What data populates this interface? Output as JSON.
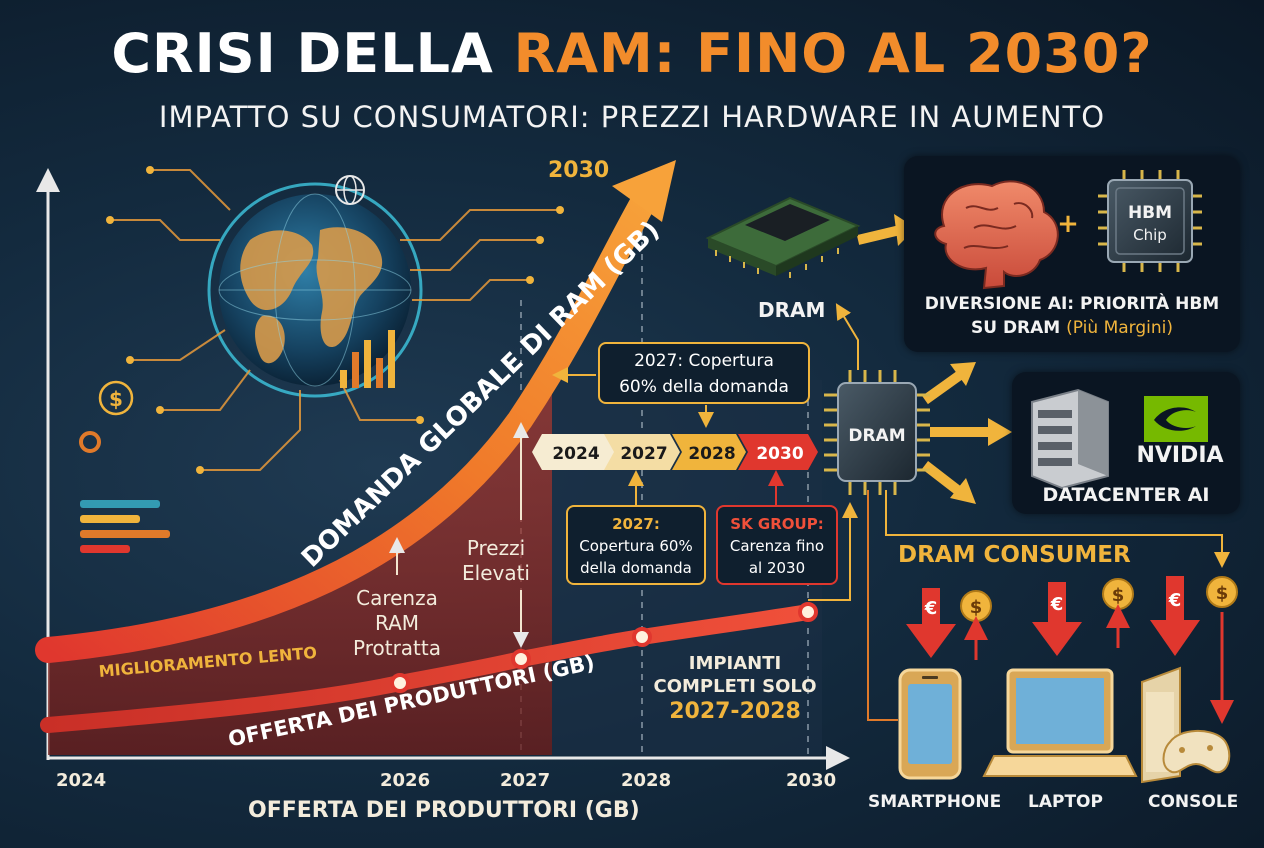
{
  "title": {
    "part1": "CRISI DELLA ",
    "part2": "RAM: FINO AL 2030?"
  },
  "subtitle": "IMPATTO SU CONSUMATORI: PREZZI HARDWARE IN AUMENTO",
  "chart": {
    "demand_label": "DOMANDA GLOBALE DI RAM (GB)",
    "demand_end_year": "2030",
    "supply_label": "OFFERTA DEI PRODUTTORI (GB)",
    "slow_label": "MIGLIORAMENTO LENTO",
    "shortage_label": [
      "Carenza",
      "RAM",
      "Protratta"
    ],
    "prices_label": [
      "Prezzi",
      "Elevati"
    ],
    "plants_label": [
      "IMPIANTI",
      "COMPLETI SOLO"
    ],
    "plants_years": "2027-2028",
    "x_ticks": [
      "2024",
      "2026",
      "2027",
      "2028",
      "2030"
    ],
    "x_axis_title": "OFFERTA DEI PRODUTTORI (GB)"
  },
  "timeline": {
    "steps": [
      "2024",
      "2027",
      "2028",
      "2030"
    ]
  },
  "callout_top": {
    "line1": "2027: Copertura",
    "line2": "60% della domanda"
  },
  "callout_left": {
    "line1": "2027:",
    "line2": "Copertura 60%",
    "line3": "della domanda"
  },
  "callout_right": {
    "line1": "SK GROUP:",
    "line2": "Carenza fino",
    "line3": "al 2030"
  },
  "dram_module_label": "DRAM",
  "dram_chip_label": "DRAM",
  "ai_panel": {
    "chip_line1": "HBM",
    "chip_line2": "Chip",
    "plus": "+",
    "text_line1": "DIVERSIONE AI: PRIORITÀ HBM",
    "text_line2_a": "SU DRAM ",
    "text_line2_b": "(Più Margini)"
  },
  "datacenter_panel": {
    "brand": "NVIDIA",
    "label": "DATACENTER AI"
  },
  "consumer": {
    "title": "DRAM CONSUMER",
    "devices": [
      "SMARTPHONE",
      "LAPTOP",
      "CONSOLE"
    ],
    "euro_symbol": "€",
    "dollar_symbol": "$"
  },
  "colors": {
    "orange": "#f28c2b",
    "red": "#e0372e",
    "gold": "#f0b43c",
    "teal": "#3fc7e0",
    "navy": "#0d1b2a"
  }
}
